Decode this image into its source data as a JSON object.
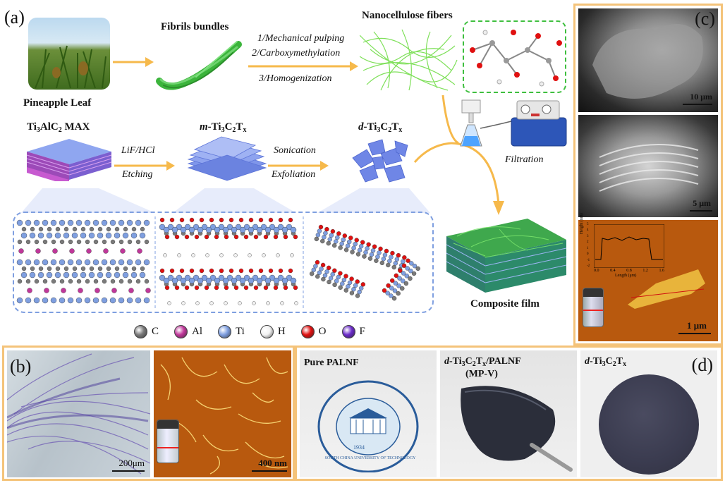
{
  "panels": {
    "a": "(a)",
    "b": "(b)",
    "c": "(c)",
    "d": "(d)"
  },
  "a": {
    "pineapple_leaf": "Pineapple Leaf",
    "fibrils_bundles": "Fibrils bundles",
    "steps_nc": [
      "1/Mechanical pulping",
      "2/Carboxymethylation",
      "3/Homogenization"
    ],
    "nanocellulose_fibers": "Nanocellulose fibers",
    "max_label_pre": "Ti",
    "max_label_full": "Ti3AlC2 MAX",
    "m_label": "m-Ti3C2Tx",
    "d_label": "d-Ti3C2Tx",
    "etching_top": "LiF/HCl",
    "etching_bottom": "Etching",
    "sonic_top": "Sonication",
    "sonic_bottom": "Exfoliation",
    "filtration": "Filtration",
    "composite_film": "Composite film",
    "legend": [
      {
        "sym": "C",
        "color": "#7a7a7a"
      },
      {
        "sym": "Al",
        "color": "#c0379a"
      },
      {
        "sym": "Ti",
        "color": "#7f9fe0"
      },
      {
        "sym": "H",
        "color": "#f2f2f2"
      },
      {
        "sym": "O",
        "color": "#e01010"
      },
      {
        "sym": "F",
        "color": "#6b2bc9"
      }
    ]
  },
  "b": {
    "scale_left": "200μm",
    "scale_right": "400 nm"
  },
  "c": {
    "scale1": "10 μm",
    "scale2": "5 μm",
    "scale3": "1 μm",
    "afm_ylabel": "Height (nm)",
    "afm_xlabel": "Length (μm)",
    "afm_xticks": [
      "0.0",
      "0.4",
      "0.8",
      "1.2",
      "1.6"
    ],
    "afm_yticks": [
      "5",
      "4",
      "3",
      "2",
      "1",
      "0",
      "-1",
      "-2"
    ]
  },
  "d": {
    "pure": "Pure PALNF",
    "composite_line1": "d-Ti3C2Tx/PALNF",
    "composite_line2": "(MP-V)",
    "dmxene": "d-Ti3C2Tx",
    "seal_text": "SOUTH CHINA UNIVERSITY OF TECHNOLOGY",
    "seal_year": "1934"
  },
  "colors": {
    "orange_frame": "#f4c37a",
    "arrow": "#f6b94b",
    "dashed_green": "#3fbf3f",
    "dashed_blue": "#7f9fe0",
    "afm_bg": "#b8590e",
    "mxene_blue": "#6f86e6"
  }
}
